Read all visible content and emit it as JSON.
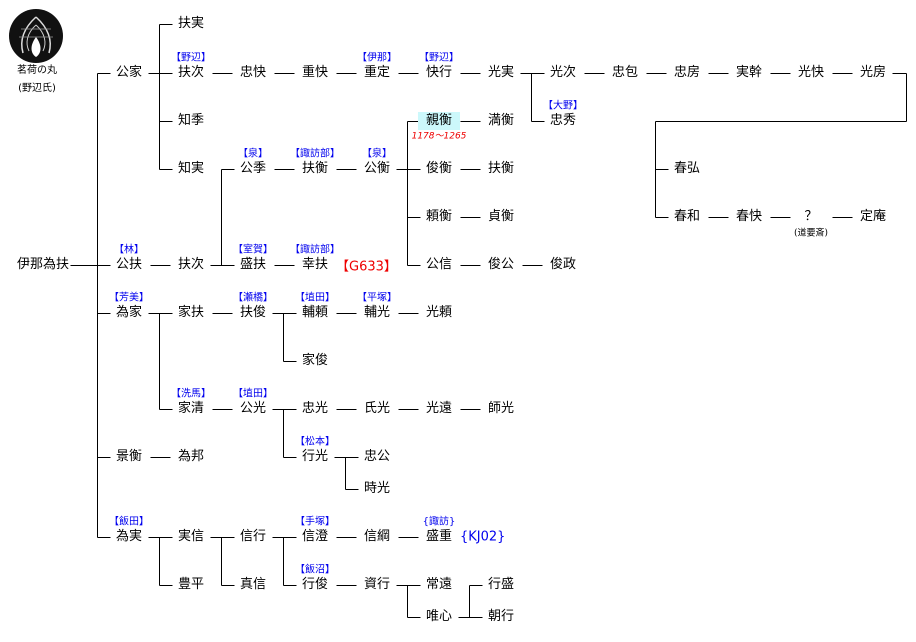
{
  "crest": {
    "name": "茗荷の丸",
    "clan": "(野辺氏)"
  },
  "colors": {
    "label": "#0000ee",
    "note_red": "#ee0000",
    "highlight": "#ccf8fb"
  },
  "nodes": [
    {
      "name": "伊那為扶"
    },
    {
      "name": "公家"
    },
    {
      "name": "扶実"
    },
    {
      "name": "扶次",
      "label": "【野辺】"
    },
    {
      "name": "忠快"
    },
    {
      "name": "重快"
    },
    {
      "name": "重定",
      "label": "【伊那】"
    },
    {
      "name": "快行",
      "label": "【野辺】"
    },
    {
      "name": "光実"
    },
    {
      "name": "光次"
    },
    {
      "name": "忠包"
    },
    {
      "name": "忠房"
    },
    {
      "name": "実幹"
    },
    {
      "name": "光快"
    },
    {
      "name": "光房"
    },
    {
      "name": "忠秀",
      "label": "【大野】"
    },
    {
      "name": "知季"
    },
    {
      "name": "知実"
    },
    {
      "name": "公季",
      "label": "【泉】"
    },
    {
      "name": "扶衡",
      "label": "【諏訪部】"
    },
    {
      "name": "公衡",
      "label": "【泉】"
    },
    {
      "name": "親衡",
      "highlight": true,
      "date": "1178～1265"
    },
    {
      "name": "満衡"
    },
    {
      "name": "俊衡"
    },
    {
      "name": "扶衡"
    },
    {
      "name": "頼衡"
    },
    {
      "name": "貞衡"
    },
    {
      "name": "公信"
    },
    {
      "name": "俊公"
    },
    {
      "name": "俊政"
    },
    {
      "name": "公扶",
      "label": "【林】"
    },
    {
      "name": "扶次"
    },
    {
      "name": "盛扶",
      "label": "【室賀】"
    },
    {
      "name": "幸扶",
      "label": "【諏訪部】",
      "note": "【G633】",
      "note_color": "#ee0000"
    },
    {
      "name": "為家",
      "label": "【芳美】"
    },
    {
      "name": "家扶"
    },
    {
      "name": "扶俊",
      "label": "【瀬橋】"
    },
    {
      "name": "輔頼",
      "label": "【埴田】"
    },
    {
      "name": "輔光",
      "label": "【平塚】"
    },
    {
      "name": "光頼"
    },
    {
      "name": "家俊"
    },
    {
      "name": "家清",
      "label": "【洗馬】"
    },
    {
      "name": "公光",
      "label": "【埴田】"
    },
    {
      "name": "忠光"
    },
    {
      "name": "氏光"
    },
    {
      "name": "光遠"
    },
    {
      "name": "師光"
    },
    {
      "name": "行光",
      "label": "【松本】"
    },
    {
      "name": "忠公"
    },
    {
      "name": "時光"
    },
    {
      "name": "景衡"
    },
    {
      "name": "為邦"
    },
    {
      "name": "為実",
      "label": "【飯田】"
    },
    {
      "name": "実信"
    },
    {
      "name": "信行"
    },
    {
      "name": "信澄",
      "label": "【手塚】"
    },
    {
      "name": "信綱"
    },
    {
      "name": "盛重",
      "label": "{諏訪}",
      "note": "{KJ02}",
      "note_color": "#0000ee"
    },
    {
      "name": "豊平"
    },
    {
      "name": "真信"
    },
    {
      "name": "行俊",
      "label": "【飯沼】"
    },
    {
      "name": "資行"
    },
    {
      "name": "常遠"
    },
    {
      "name": "唯心"
    },
    {
      "name": "行盛"
    },
    {
      "name": "朝行"
    },
    {
      "name": "春弘"
    },
    {
      "name": "春和"
    },
    {
      "name": "春快"
    },
    {
      "name": "？",
      "sub": "(道要斎)"
    },
    {
      "name": "定庵"
    }
  ]
}
